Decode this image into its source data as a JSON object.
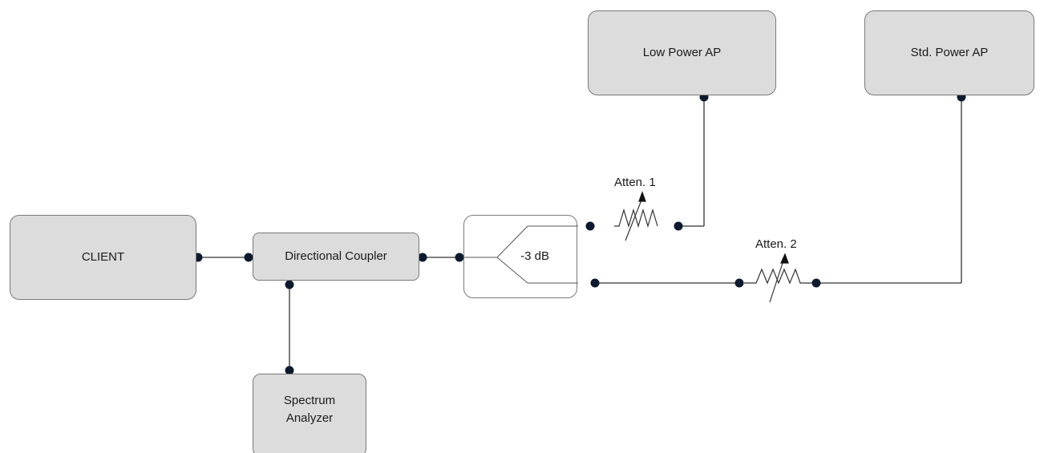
{
  "blocks": {
    "client": "CLIENT",
    "coupler": "Directional Coupler",
    "analyzer": "Spectrum\nAnalyzer",
    "splitter": "-3 dB",
    "low_power_ap": "Low Power AP",
    "std_power_ap": "Std. Power AP"
  },
  "attenuators": {
    "atten1": "Atten. 1",
    "atten2": "Atten. 2"
  },
  "colors": {
    "block_fill": "#dcdcdc",
    "block_border": "#7a7a7a",
    "connector_dot": "#0d1a2e",
    "line": "#333333"
  }
}
